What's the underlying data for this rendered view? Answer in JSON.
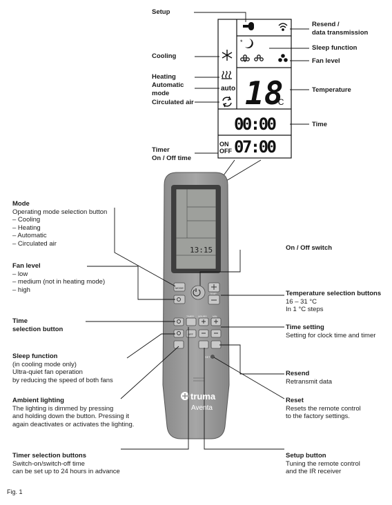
{
  "labels": {
    "setup": "Setup",
    "resend_top": "Resend /\ndata transmission",
    "cooling": "Cooling",
    "sleep_function_top": "Sleep function",
    "fan_level_top": "Fan level",
    "heating": "Heating",
    "automatic_mode": "Automatic\nmode",
    "temperature": "Temperature",
    "circulated_air": "Circulated air",
    "time": "Time",
    "timer_on_off": "Timer\nOn / Off time"
  },
  "display": {
    "auto_text": "auto",
    "temp_value": "18",
    "temp_unit": "°C",
    "clock": "00:00",
    "timer_on": "ON",
    "timer_off": "OFF",
    "timer_value": "07:00",
    "remote_lcd_time": "13:15"
  },
  "remote": {
    "mode_btn": "MODE",
    "timer_btn": "TIMER",
    "off_btn": "OFF",
    "hours_btn": "HOURS",
    "min_btn": "MIN",
    "temp_btn": "TEMP",
    "set_label": "SET",
    "brand": "truma",
    "model": "Aventa"
  },
  "left_callouts": {
    "mode": {
      "title": "Mode",
      "desc": "Operating mode selection button\n– Cooling\n– Heating\n– Automatic\n– Circulated air"
    },
    "fan": {
      "title": "Fan level",
      "desc": "– low\n– medium (not in heating mode)\n– high"
    },
    "time_sel": {
      "title": "Time\nselection button"
    },
    "sleep": {
      "title": "Sleep function",
      "desc": "(in cooling mode only)\nUltra-quiet fan operation\nby reducing the speed of both fans"
    },
    "ambient": {
      "title": "Ambient lighting",
      "desc": "The lighting is dimmed by pressing\nand holding down the button. Pressing it\nagain deactivates or activates the lighting."
    },
    "timer_sel": {
      "title": "Timer selection buttons",
      "desc": "Switch-on/switch-off time\ncan be set up to 24 hours in advance"
    }
  },
  "right_callouts": {
    "onoff": {
      "title": "On / Off switch"
    },
    "temp_sel": {
      "title": "Temperature selection buttons",
      "desc": "16 – 31 °C\nIn 1 °C steps"
    },
    "time_setting": {
      "title": "Time setting",
      "desc": "Setting for clock time and timer"
    },
    "resend": {
      "title": "Resend",
      "desc": "Retransmit data"
    },
    "reset": {
      "title": "Reset",
      "desc": "Resets the remote control\nto the factory settings."
    },
    "setup_btn": {
      "title": "Setup button",
      "desc": "Tuning the remote control\nand the IR receiver"
    }
  },
  "figure_label": "Fig. 1"
}
